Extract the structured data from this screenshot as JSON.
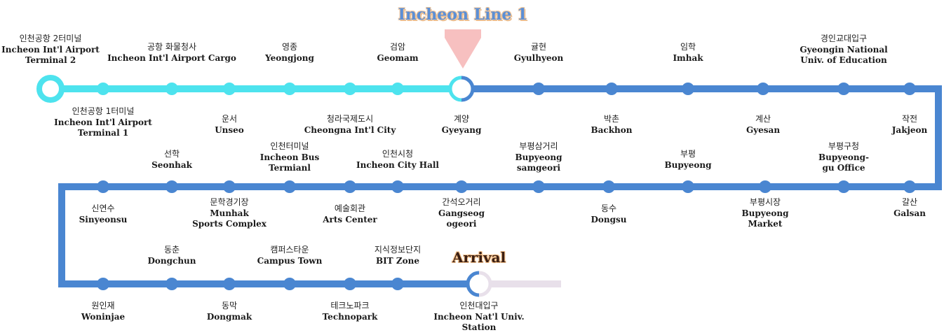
{
  "title": "Incheon Line 1",
  "arrival_label": "Arrival",
  "colors": {
    "traveled": "#4de3ee",
    "line": "#4a86d1",
    "remaining": "#e8e0ea",
    "pointer": "#f7c0c0",
    "title": "#5b8fd6",
    "arrival": "#3a1f14"
  },
  "stations": [
    {
      "ko": "인천공항 2터미널",
      "en": "Incheon Int'l Airport\nTerminal 2"
    },
    {
      "ko": "인천공항 1터미널",
      "en": "Incheon Int'l Airport\nTerminal 1"
    },
    {
      "ko": "공항 화물청사",
      "en": "Incheon Int'l Airport Cargo"
    },
    {
      "ko": "운서",
      "en": "Unseo"
    },
    {
      "ko": "영종",
      "en": "Yeongjong"
    },
    {
      "ko": "청라국제도시",
      "en": "Cheongna Int'l City"
    },
    {
      "ko": "검암",
      "en": "Geomam"
    },
    {
      "ko": "계양",
      "en": "Gyeyang"
    },
    {
      "ko": "귤현",
      "en": "Gyulhyeon"
    },
    {
      "ko": "박촌",
      "en": "Backhon"
    },
    {
      "ko": "임학",
      "en": "Imhak"
    },
    {
      "ko": "계산",
      "en": "Gyesan"
    },
    {
      "ko": "경인교대입구",
      "en": "Gyeongin National\nUniv. of Education"
    },
    {
      "ko": "작전",
      "en": "Jakjeon"
    },
    {
      "ko": "갈산",
      "en": "Galsan"
    },
    {
      "ko": "부평구청",
      "en": "Bupyeong-\ngu Office"
    },
    {
      "ko": "부평시장",
      "en": "Bupyeong\nMarket"
    },
    {
      "ko": "부평",
      "en": "Bupyeong"
    },
    {
      "ko": "동수",
      "en": "Dongsu"
    },
    {
      "ko": "부평삼거리",
      "en": "Bupyeong\nsamgeori"
    },
    {
      "ko": "간석오거리",
      "en": "Gangseog\nogeori"
    },
    {
      "ko": "인천시청",
      "en": "Incheon City Hall"
    },
    {
      "ko": "예술회관",
      "en": "Arts Center"
    },
    {
      "ko": "인천터미널",
      "en": "Incheon Bus\nTermianl"
    },
    {
      "ko": "문학경기장",
      "en": "Munhak\nSports Complex"
    },
    {
      "ko": "선학",
      "en": "Seonhak"
    },
    {
      "ko": "신연수",
      "en": "Sinyeonsu"
    },
    {
      "ko": "원인재",
      "en": "Woninjae"
    },
    {
      "ko": "동춘",
      "en": "Dongchun"
    },
    {
      "ko": "동막",
      "en": "Dongmak"
    },
    {
      "ko": "캠퍼스타운",
      "en": "Campus Town"
    },
    {
      "ko": "테크노파크",
      "en": "Technopark"
    },
    {
      "ko": "지식정보단지",
      "en": "BIT Zone"
    },
    {
      "ko": "인천대입구",
      "en": "Incheon Nat'l Univ.\nStation"
    }
  ]
}
